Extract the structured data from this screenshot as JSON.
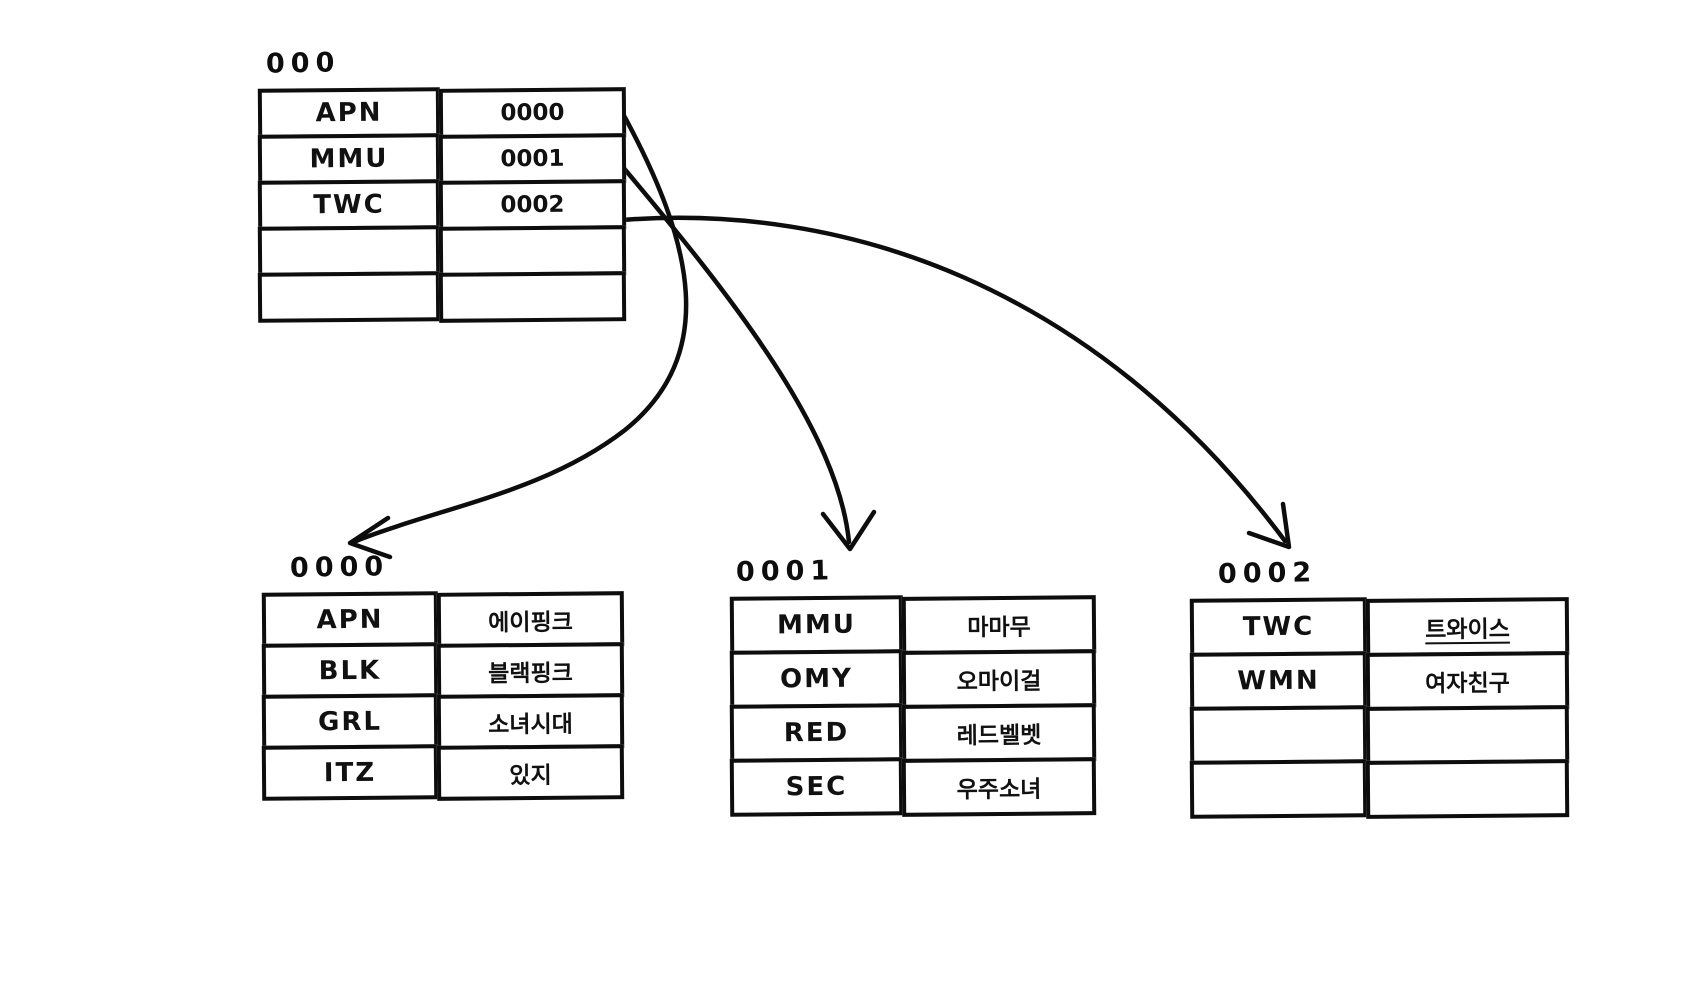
{
  "root_table": {
    "label": "000",
    "rows": [
      {
        "key": "APN",
        "value": "0000"
      },
      {
        "key": "MMU",
        "value": "0001"
      },
      {
        "key": "TWC",
        "value": "0002"
      },
      {
        "key": "",
        "value": ""
      },
      {
        "key": "",
        "value": ""
      }
    ]
  },
  "leaf_tables": [
    {
      "label": "0000",
      "rows": [
        {
          "key": "APN",
          "value": "에이핑크"
        },
        {
          "key": "BLK",
          "value": "블랙핑크"
        },
        {
          "key": "GRL",
          "value": "소녀시대"
        },
        {
          "key": "ITZ",
          "value": "있지"
        }
      ]
    },
    {
      "label": "0001",
      "rows": [
        {
          "key": "MMU",
          "value": "마마무"
        },
        {
          "key": "OMY",
          "value": "오마이걸"
        },
        {
          "key": "RED",
          "value": "레드벨벳"
        },
        {
          "key": "SEC",
          "value": "우주소녀"
        }
      ]
    },
    {
      "label": "0002",
      "rows": [
        {
          "key": "TWC",
          "value": "트와이스"
        },
        {
          "key": "WMN",
          "value": "여자친구"
        },
        {
          "key": "",
          "value": ""
        },
        {
          "key": "",
          "value": ""
        }
      ]
    }
  ],
  "arrows": [
    {
      "from_row": "APN / 0000",
      "to_page": "0000"
    },
    {
      "from_row": "MMU / 0001",
      "to_page": "0001"
    },
    {
      "from_row": "TWC / 0002",
      "to_page": "0002"
    }
  ]
}
